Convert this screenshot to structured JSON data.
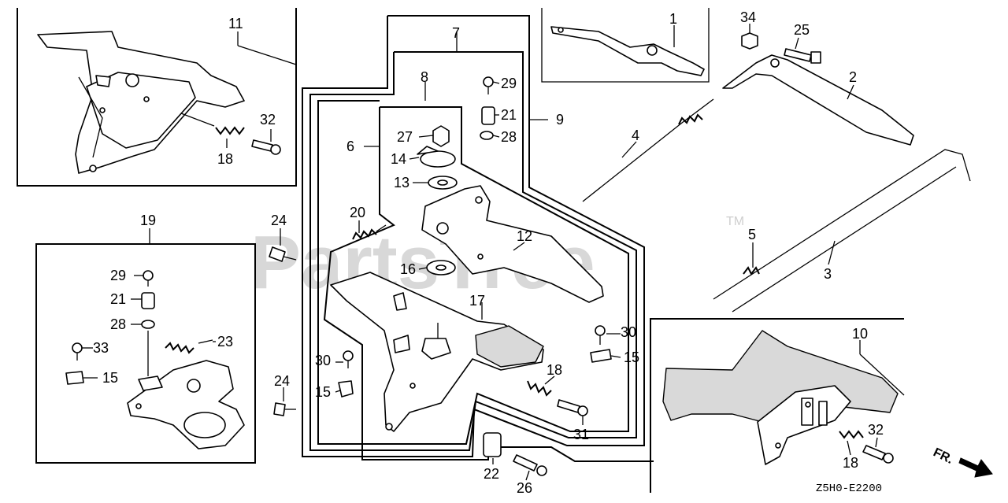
{
  "watermark": {
    "text": "PartsTree",
    "trademark": "TM"
  },
  "diagram_code": "Z5H0-E2200",
  "direction_label": "FR.",
  "callouts": [
    "1",
    "2",
    "3",
    "4",
    "5",
    "6",
    "7",
    "8",
    "9",
    "10",
    "11",
    "12",
    "13",
    "14",
    "15",
    "15",
    "15",
    "16",
    "17",
    "18",
    "18",
    "18",
    "19",
    "20",
    "21",
    "21",
    "22",
    "23",
    "24",
    "24",
    "25",
    "26",
    "27",
    "28",
    "28",
    "29",
    "29",
    "30",
    "30",
    "31",
    "32",
    "32",
    "33",
    "34"
  ]
}
